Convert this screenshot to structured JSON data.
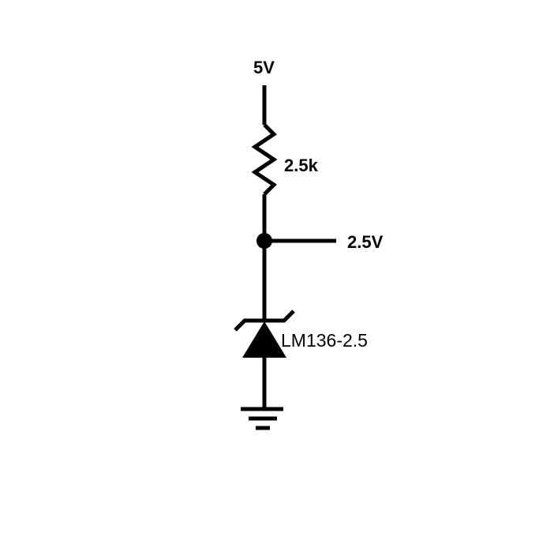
{
  "schematic": {
    "supply_label": "5V",
    "resistor_label": "2.5k",
    "output_label": "2.5V",
    "reference_label": "LM136-2.5",
    "line_color": "#000000",
    "background_color": "#ffffff"
  }
}
